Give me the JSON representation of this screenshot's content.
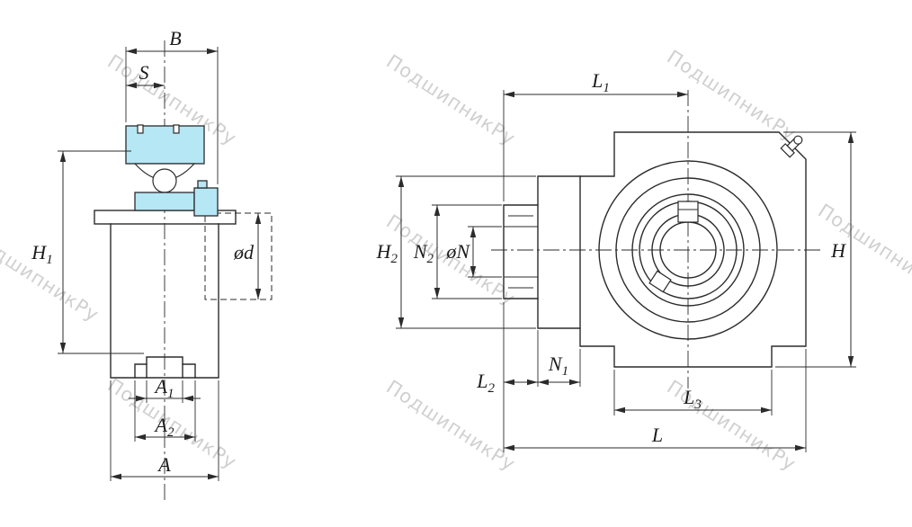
{
  "watermark": {
    "text": "ПодшипникРу"
  },
  "colors": {
    "bearing_fill": "#b5e7f5",
    "line": "#2b2b2b",
    "watermark": "#c5c5c5",
    "background": "#ffffff"
  },
  "views": {
    "side": {
      "title": "take-up-unit-side-section",
      "labels": {
        "B": {
          "main": "B",
          "sub": ""
        },
        "S": {
          "main": "S",
          "sub": ""
        },
        "H1": {
          "main": "H",
          "sub": "1"
        },
        "od": {
          "main": "ød",
          "sub": ""
        },
        "A1": {
          "main": "A",
          "sub": "1"
        },
        "A2": {
          "main": "A",
          "sub": "2"
        },
        "A": {
          "main": "A",
          "sub": ""
        }
      }
    },
    "front": {
      "title": "take-up-unit-front-view",
      "labels": {
        "L1": {
          "main": "L",
          "sub": "1"
        },
        "H2": {
          "main": "H",
          "sub": "2"
        },
        "N2": {
          "main": "N",
          "sub": "2"
        },
        "oN": {
          "main": "øN",
          "sub": ""
        },
        "H": {
          "main": "H",
          "sub": ""
        },
        "L2": {
          "main": "L",
          "sub": "2"
        },
        "N1": {
          "main": "N",
          "sub": "1"
        },
        "L3": {
          "main": "L",
          "sub": "3"
        },
        "L": {
          "main": "L",
          "sub": ""
        }
      }
    }
  }
}
